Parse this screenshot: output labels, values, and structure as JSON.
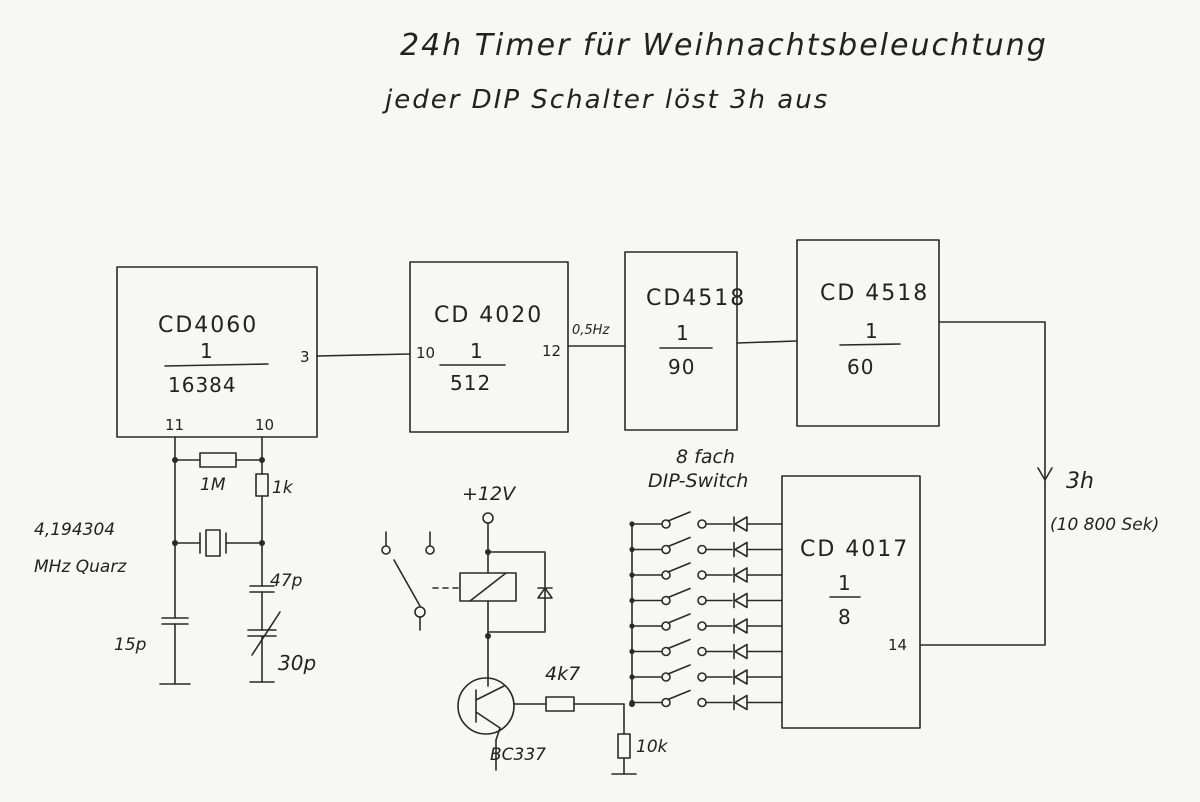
{
  "title": "24h Timer für Weihnachtsbeleuchtung",
  "subtitle": "jeder DIP Schalter löst 3h aus",
  "chips": {
    "cd4060": {
      "name": "CD4060",
      "num": "1",
      "den": "16384",
      "pin_out": "3",
      "pin_a": "11",
      "pin_b": "10"
    },
    "cd4020": {
      "name": "CD 4020",
      "num": "1",
      "den": "512",
      "pin_in": "10",
      "pin_out": "12"
    },
    "cd4518a": {
      "name": "CD4518",
      "num": "1",
      "den": "90"
    },
    "cd4518b": {
      "name": "CD 4518",
      "num": "1",
      "den": "60"
    },
    "cd4017": {
      "name": "CD 4017",
      "num": "1",
      "den": "8",
      "pin_in": "14"
    }
  },
  "labels": {
    "freq": "0,5Hz",
    "time": "3h",
    "time_sec": "(10 800 Sek)",
    "dip": "8 fach",
    "dip2": "DIP-Switch",
    "vcc": "+12V",
    "r_1m": "1M",
    "r_1k": "1k",
    "quartz_freq": "4,194304",
    "quartz_unit": "MHz Quarz",
    "c_15p": "15p",
    "c_47p": "47p",
    "c_30p": "30p",
    "r_4k7": "4k7",
    "r_10k": "10k",
    "transistor": "BC337"
  }
}
